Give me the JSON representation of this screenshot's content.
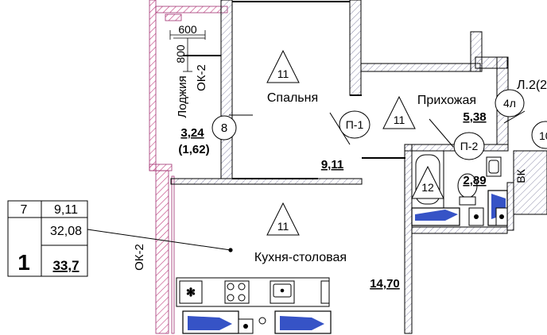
{
  "apartment_table": {
    "row1": {
      "col1": "7",
      "col2": "9,11"
    },
    "row2": {
      "col2": "32,08"
    },
    "row3": {
      "col2": "33,7"
    },
    "unit_number": "1"
  },
  "rooms": {
    "loggia": {
      "name": "Лоджия",
      "area": "3,24",
      "area_reduced": "(1,62)",
      "tag": "8"
    },
    "bedroom": {
      "name": "Спальня",
      "area": "9,11",
      "tag": "11"
    },
    "hallway": {
      "name": "Прихожая",
      "area": "5,38",
      "tag": "11"
    },
    "bathroom": {
      "area": "2,89",
      "tag": "12"
    },
    "kitchen": {
      "name": "Кухня-столовая",
      "area": "14,70",
      "tag": "11"
    }
  },
  "marks": {
    "dim_600": "600",
    "dim_800": "800",
    "ok2_top": "ОК-2",
    "ok2_left": "ОК-2",
    "p1": "П-1",
    "p2": "П-2",
    "circle_4l": "4л",
    "label_l2": "Л.2(2",
    "circle_10": "10",
    "vk": "ВК"
  }
}
